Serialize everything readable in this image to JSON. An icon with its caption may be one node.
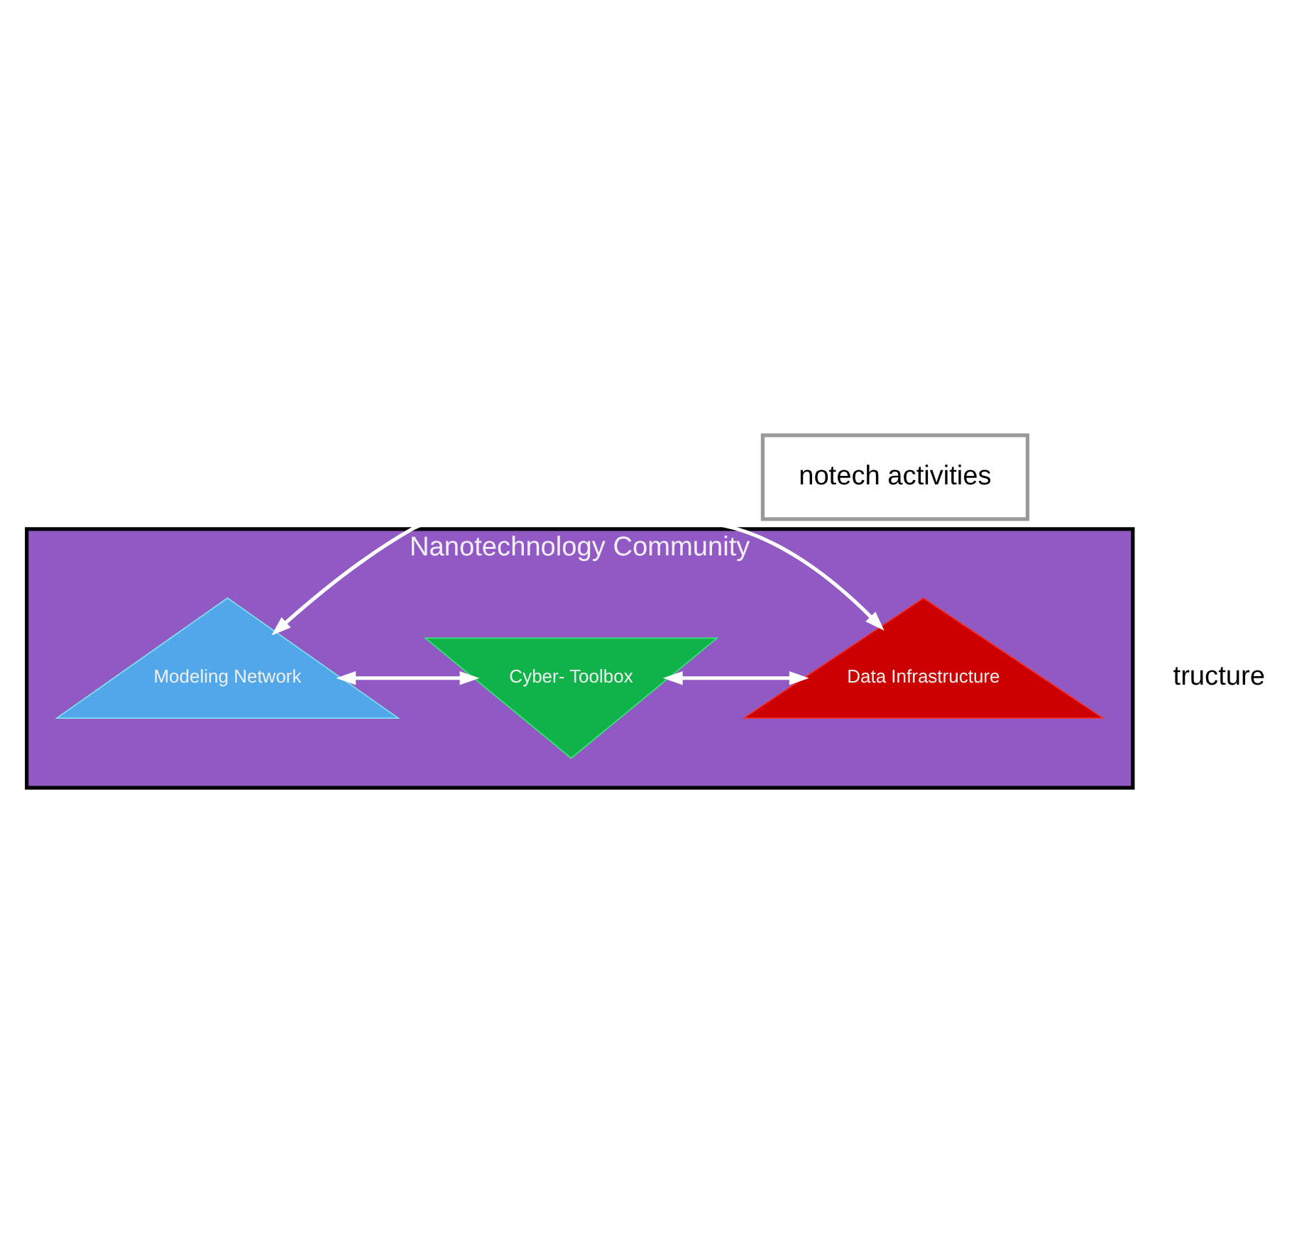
{
  "diagram": {
    "nodes": [
      {
        "text": [
          "notech activities"
        ]
      },
      {
        "text": [
          "Nanotechnology Community"
        ]
      },
      {
        "text": [
          "Modeling Network"
        ],
        "in": 1
      },
      {
        "text": [
          "Cyber- Toolbox"
        ],
        "in": 1
      },
      {
        "text": [
          "Data Infrastructure"
        ],
        "in": 1
      }
    ],
    "edges": [
      {
        "from": 2,
        "to": 3,
        "arrow": "both"
      },
      {
        "from": 3,
        "to": 4,
        "arrow": "both"
      },
      {
        "from": 2,
        "to": 4,
        "arrow": "both"
      }
    ],
    "labels": [
      "tructure"
    ]
  }
}
